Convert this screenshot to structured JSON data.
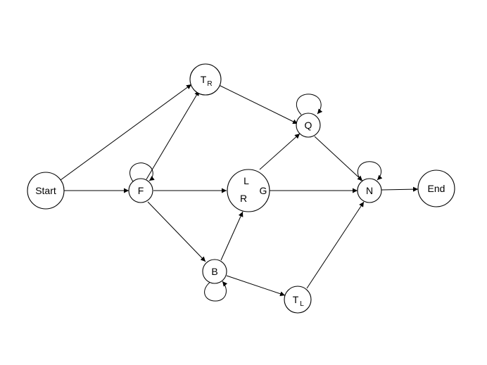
{
  "diagram": {
    "nodes": {
      "start": {
        "label": "Start"
      },
      "f": {
        "label": "F"
      },
      "tr": {
        "label": "T",
        "sub": "R"
      },
      "lrg_l": {
        "label": "L"
      },
      "lrg_r": {
        "label": "R"
      },
      "lrg_g": {
        "label": "G"
      },
      "q": {
        "label": "Q"
      },
      "n": {
        "label": "N"
      },
      "end": {
        "label": "End"
      },
      "b": {
        "label": "B"
      },
      "tl": {
        "label": "T",
        "sub": "L"
      }
    },
    "edges": [
      {
        "from": "start",
        "to": "f"
      },
      {
        "from": "start",
        "to": "tr"
      },
      {
        "from": "f",
        "to": "f"
      },
      {
        "from": "f",
        "to": "tr"
      },
      {
        "from": "f",
        "to": "lrg"
      },
      {
        "from": "f",
        "to": "b"
      },
      {
        "from": "tr",
        "to": "q"
      },
      {
        "from": "q",
        "to": "q"
      },
      {
        "from": "lrg",
        "to": "q"
      },
      {
        "from": "lrg",
        "to": "n"
      },
      {
        "from": "q",
        "to": "n"
      },
      {
        "from": "n",
        "to": "n"
      },
      {
        "from": "n",
        "to": "end"
      },
      {
        "from": "b",
        "to": "lrg"
      },
      {
        "from": "b",
        "to": "b"
      },
      {
        "from": "b",
        "to": "tl"
      },
      {
        "from": "tl",
        "to": "n"
      }
    ],
    "colors": {
      "stroke": "#000000",
      "fill": "#ffffff"
    }
  }
}
